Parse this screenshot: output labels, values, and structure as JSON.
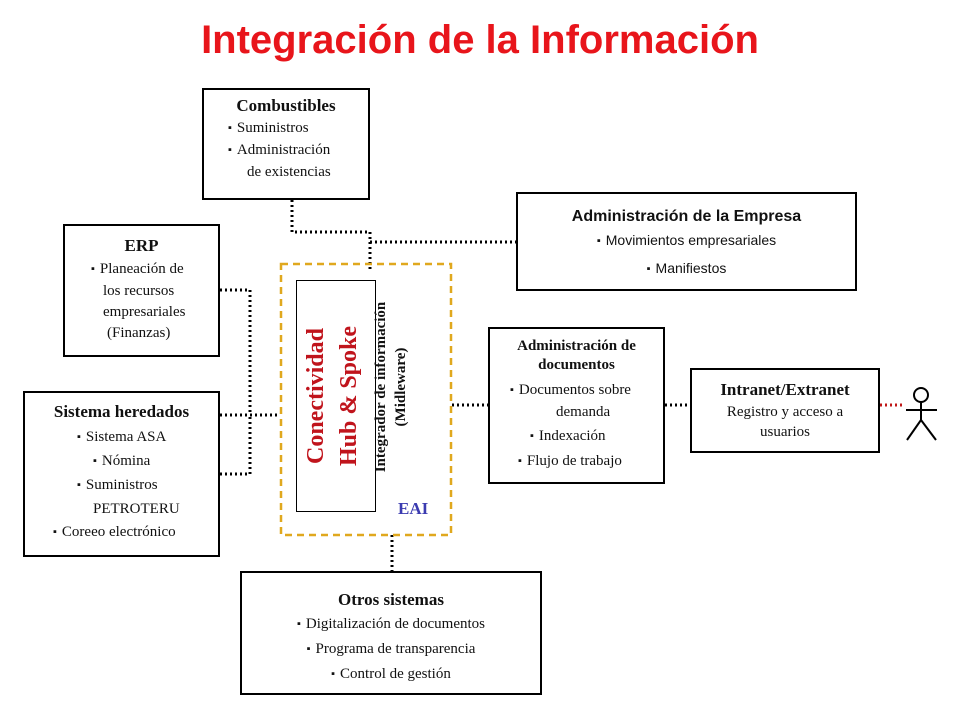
{
  "title": "Integración de la Información",
  "colors": {
    "title": "#e8151b",
    "hub_text": "#c0141c",
    "eai_text": "#3b3bb0",
    "eai_border": "#e0a81e",
    "user_link": "#c01818"
  },
  "boxes": {
    "combustibles": {
      "title": "Combustibles",
      "items": [
        "Suministros",
        "Administración",
        "de existencias"
      ]
    },
    "empresa": {
      "title": "Administración de la Empresa",
      "items": [
        "Movimientos empresariales",
        "Manifiestos"
      ]
    },
    "erp": {
      "title": "ERP",
      "items": [
        "Planeación de",
        "los recursos",
        "empresariales",
        "(Finanzas)"
      ]
    },
    "heredados": {
      "title": "Sistema heredados",
      "items": [
        "Sistema ASA",
        "Nómina",
        "Suministros",
        "PETROTERU",
        "Coreeo electrónico"
      ]
    },
    "documentos": {
      "title_lines": [
        "Administración de",
        "documentos"
      ],
      "items": [
        "Documentos sobre",
        "demanda",
        "Indexación",
        "Flujo de trabajo"
      ]
    },
    "intranet": {
      "title": "Intranet/Extranet",
      "lines": [
        "Registro y acceso a",
        "usuarios"
      ]
    },
    "otros": {
      "title": "Otros sistemas",
      "items": [
        "Digitalización de documentos",
        "Programa de transparencia",
        "Control de gestión"
      ]
    }
  },
  "hub": {
    "line1": "Conectividad",
    "line2": "Hub & Spoke"
  },
  "middleware": {
    "line1": "Integrador de información",
    "line2": "(Midleware)"
  },
  "eai_label": "EAI",
  "user_icon": "stick-figure-user-icon"
}
